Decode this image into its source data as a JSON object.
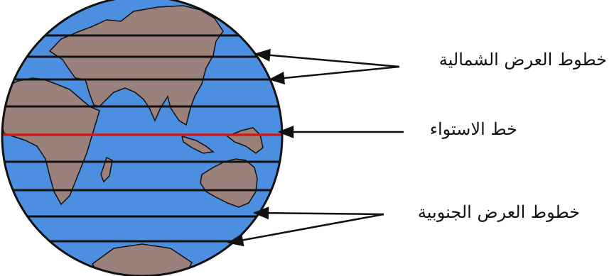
{
  "labels": {
    "north": "خطوط العرض الشمالية",
    "equator": "خط الاستواء",
    "south": "خطوط العرض الجنوبية"
  },
  "colors": {
    "ocean": "#4c8fe0",
    "land": "#9b817b",
    "line": "#111111",
    "equator": "#d11a1a"
  }
}
